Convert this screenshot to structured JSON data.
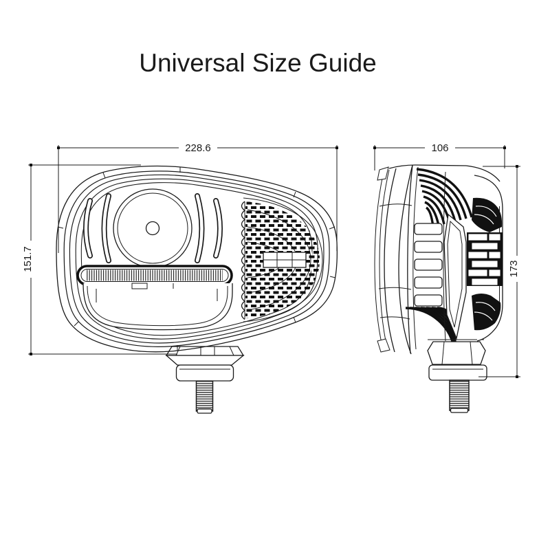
{
  "title": "Universal Size Guide",
  "dimensions": {
    "front_width": "228.6",
    "front_height": "151.7",
    "side_width": "106",
    "side_height": "173"
  },
  "style": {
    "line_color": "#1a1a1a",
    "background_color": "#ffffff"
  }
}
